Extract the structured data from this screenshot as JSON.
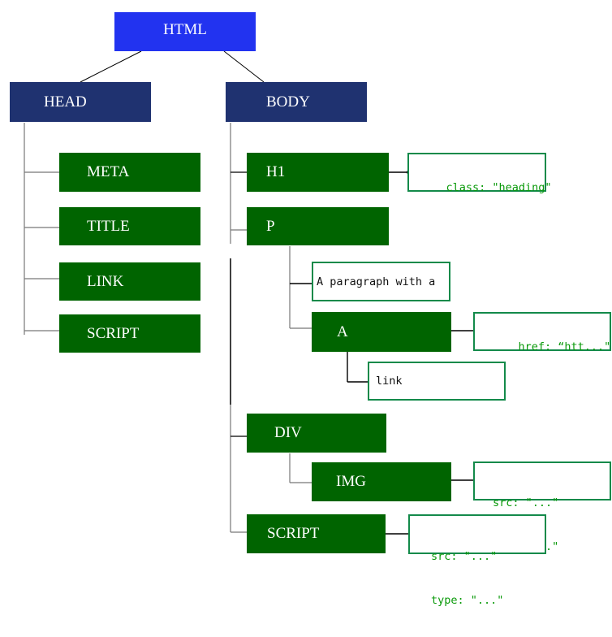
{
  "nodes": {
    "html": "HTML",
    "head": "HEAD",
    "body": "BODY",
    "meta": "META",
    "title": "TITLE",
    "link": "LINK",
    "head_script": "SCRIPT",
    "h1": "H1",
    "p": "P",
    "a": "A",
    "div": "DIV",
    "img": "IMG",
    "body_script": "SCRIPT"
  },
  "attributes": {
    "h1_class": "class: \"heading\"",
    "a_href": "href: “htt...\"",
    "img_src": "src: \"...\"",
    "img_alt": "alt: \"...\"",
    "script_src": "src: \"...\"",
    "script_type": "type: \"...\""
  },
  "text_nodes": {
    "p_text": "A paragraph with a",
    "a_text": "link"
  },
  "colors": {
    "root": "#2233f0",
    "section": "#1f3270",
    "element": "#006400",
    "attribute_border": "#138a4a",
    "attribute_text": "#0a9a0a"
  }
}
